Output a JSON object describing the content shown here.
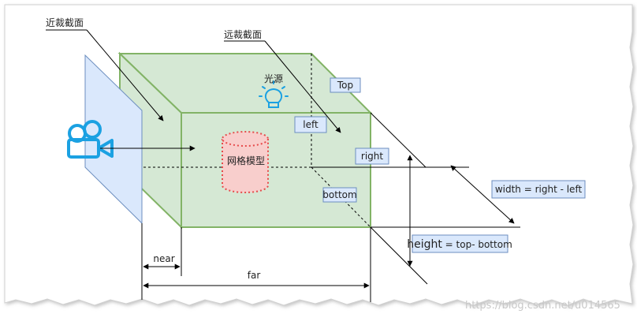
{
  "labels": {
    "near_plane_title": "近裁截面",
    "far_plane_title": "远裁截面",
    "light_source": "光源",
    "mesh_model": "网格模型",
    "top": "Top",
    "left": "left",
    "right": "right",
    "bottom": "bottom",
    "width_formula": "width = right - left",
    "height_word": "height",
    "height_formula_rest": " = top- bottom",
    "near": "near",
    "far": "far"
  },
  "watermark": "https://blog.csdn.net/u014565",
  "colors": {
    "frustum_fill": "#d5e8d4",
    "frustum_stroke": "#82b366",
    "near_plane_fill": "#dae8fc",
    "near_plane_stroke": "#6c8ebf",
    "camera_icon": "#1ba1e2",
    "light_icon": "#1ba1e2",
    "mesh_fill": "#f8cecc",
    "mesh_stroke": "#e64a4a",
    "label_fill": "#dae8fc",
    "label_stroke": "#6c8ebf"
  }
}
